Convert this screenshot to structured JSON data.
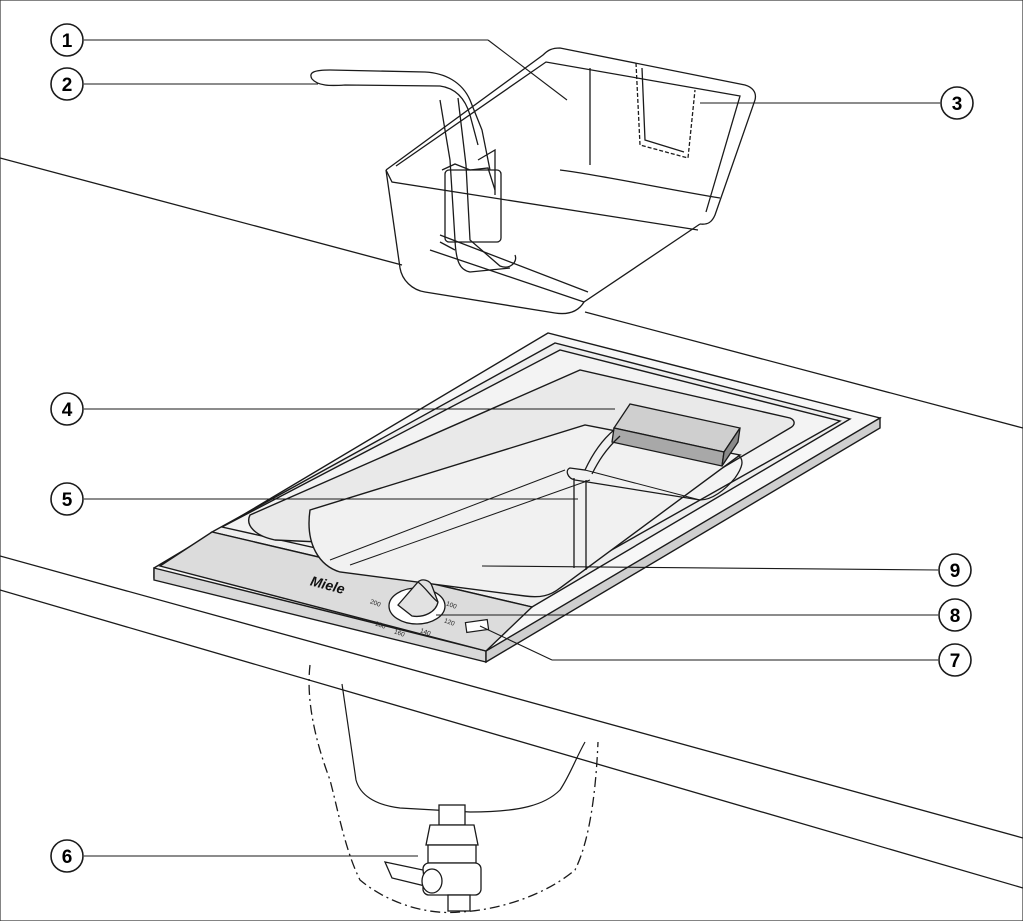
{
  "brand": "Miele",
  "dial_marks": [
    "200",
    "180",
    "160",
    "140",
    "120",
    "100"
  ],
  "callouts": [
    {
      "num": "1"
    },
    {
      "num": "2"
    },
    {
      "num": "3"
    },
    {
      "num": "4"
    },
    {
      "num": "5"
    },
    {
      "num": "6"
    },
    {
      "num": "7"
    },
    {
      "num": "8"
    },
    {
      "num": "9"
    }
  ],
  "colors": {
    "line": "#1a1a1a",
    "panel": "#dcdcdc",
    "tub": "#ececec",
    "frame": "#f4f4f4"
  }
}
